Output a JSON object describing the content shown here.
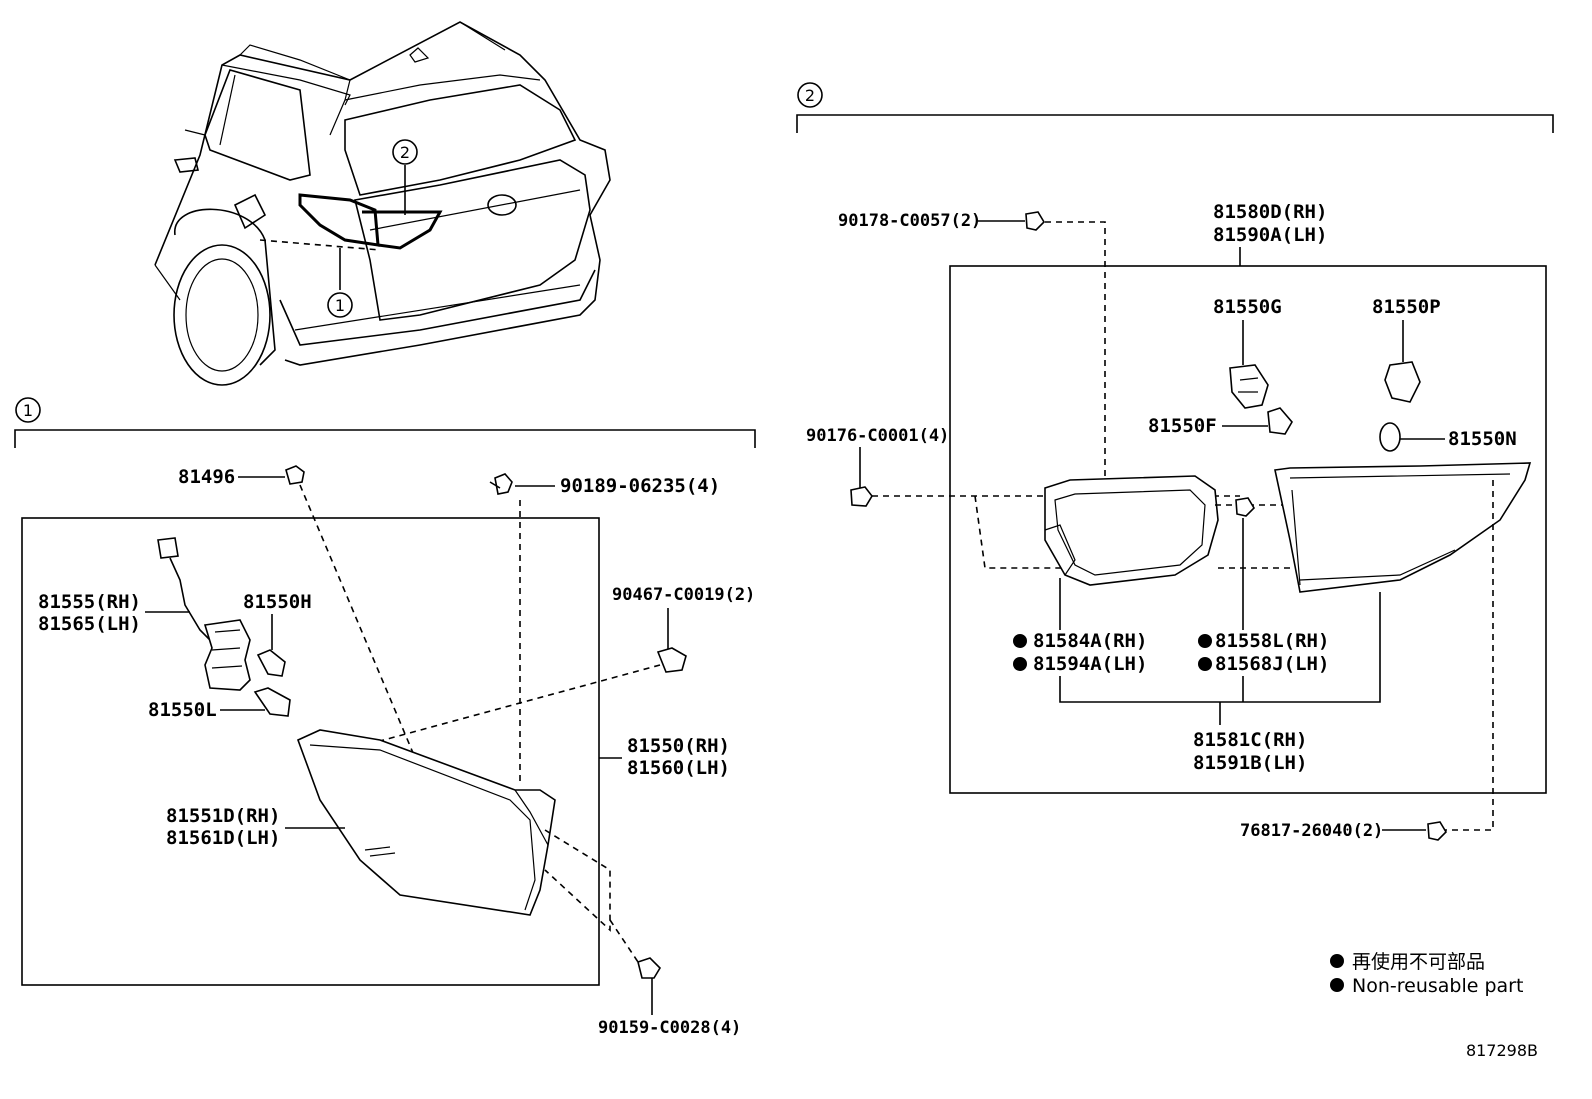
{
  "callouts": {
    "one": "1",
    "two": "2"
  },
  "section1": {
    "p81496": "81496",
    "p90189": "90189-06235(4)",
    "p90467": "90467-C0019(2)",
    "p81555rh": "81555(RH)",
    "p81565lh": "81565(LH)",
    "p81550H": "81550H",
    "p81550L": "81550L",
    "p81550rh": "81550(RH)",
    "p81560lh": "81560(LH)",
    "p81551Drh": "81551D(RH)",
    "p81561Dlh": "81561D(LH)",
    "p90159": "90159-C0028(4)"
  },
  "section2": {
    "p90178": "90178-C0057(2)",
    "p81580D": "81580D(RH)",
    "p81590A": "81590A(LH)",
    "p81550G": "81550G",
    "p81550P": "81550P",
    "p81550F": "81550F",
    "p81550N": "81550N",
    "p90176": "90176-C0001(4)",
    "p81584A": "81584A(RH)",
    "p81594A": "81594A(LH)",
    "p81558L": "81558L(RH)",
    "p81568J": "81568J(LH)",
    "p81581C": "81581C(RH)",
    "p81591B": "81591B(LH)",
    "p76817": "76817-26040(2)"
  },
  "legend": {
    "japanese": "再使用不可部品",
    "english": "Non-reusable part"
  },
  "diagram_code": "817298B"
}
